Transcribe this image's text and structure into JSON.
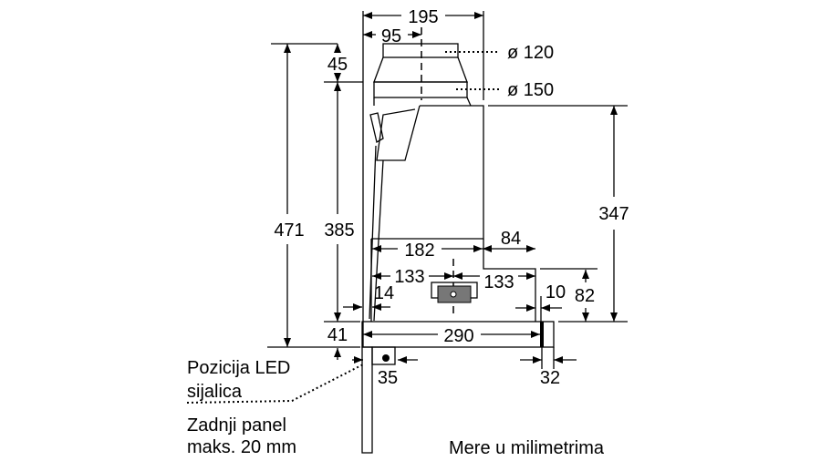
{
  "dimensions": {
    "width_total": "195",
    "duct_center": "95",
    "duct_dia_small": "ø 120",
    "duct_dia_large": "ø 150",
    "duct_height": "45",
    "total_height": "471",
    "height_to_duct": "385",
    "body_height": "347",
    "body_depth_front": "182",
    "step_depth": "84",
    "filter_left": "133",
    "filter_right": "133",
    "rear_offset": "14",
    "front_offset": "10",
    "step_height": "82",
    "plate_height": "41",
    "plate_depth": "290",
    "led_offset": "35",
    "front_panel": "32"
  },
  "labels": {
    "led_line1": "Pozicija LED",
    "led_line2": "sijalica",
    "panel_line1": "Zadnji panel",
    "panel_line2": "maks. 20 mm",
    "units_note": "Mere u milimetrima"
  }
}
